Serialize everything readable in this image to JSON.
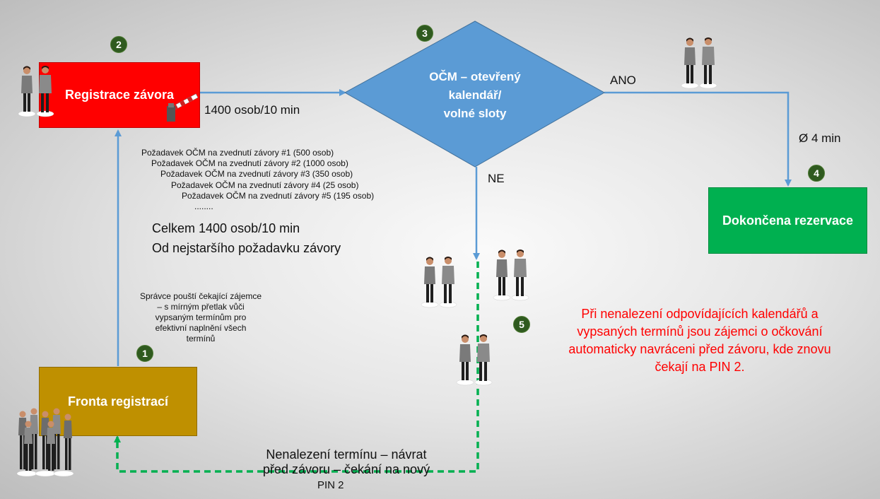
{
  "colors": {
    "registration_box": "#ff0000",
    "queue_box": "#bf9000",
    "done_box": "#00b050",
    "diamond": "#5b9bd5",
    "arrow_blue": "#5b9bd5",
    "arrow_green_dashed": "#00b050",
    "badge": "#2f5a1f",
    "warning_text": "#ff0000"
  },
  "nodes": {
    "registration_barrier": "Registrace závora",
    "queue": "Fronta registrací",
    "decision": [
      "OČM – otevřený",
      "kalendář/",
      "volné sloty"
    ],
    "done": "Dokončena rezervace"
  },
  "badges": {
    "queue": "1",
    "registration": "2",
    "decision": "3",
    "done": "4",
    "return": "5"
  },
  "labels": {
    "rate": "1400 osob/10 min",
    "yes": "ANO",
    "no": "NE",
    "duration": "Ø 4 min",
    "requests": [
      "Požadavek OČM na zvednutí závory #1 (500 osob)",
      "Požadavek OČM na zvednutí závory #2 (1000 osob)",
      "Požadavek OČM na zvednutí závory #3 (350 osob)",
      "Požadavek OČM na zvednutí závory #4 (25 osob)",
      "Požadavek OČM na zvednutí závory #5 (195 osob)"
    ],
    "ellipsis": "........",
    "total": "Celkem 1400 osob/10 min",
    "oldest": "Od nejstaršího požadavku závory",
    "admin_note": [
      "Správce pouští čekající zájemce",
      "– s mírným přetlak vůči",
      "vypsaným termínům  pro",
      "efektivní naplnění všech",
      "termínů"
    ],
    "return_path": [
      "Nenalezení termínu – návrat",
      "před závoru – čekání na nový",
      "PIN 2"
    ],
    "warning": [
      "Při nenalezení odpovídajících kalendářů a",
      "vypsaných termínů jsou zájemci o očkování",
      "automaticky navráceni před závoru, kde znovu",
      "čekají na PIN 2."
    ]
  },
  "icons": [
    "people-pair-icon",
    "people-crowd-icon",
    "barrier-gate-icon"
  ]
}
